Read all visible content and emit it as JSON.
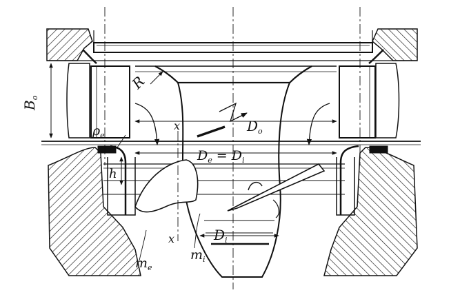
{
  "drawing": {
    "labels": {
      "B0": "B",
      "B0_sub": "o",
      "R": "R",
      "rho_e": "ρ",
      "rho_e_sub": "e",
      "D0": "D",
      "D0_sub": "o",
      "De_eq_Di": "D",
      "De_eq_Di_sub1": "e",
      "De_eq_Di_mid": " = D",
      "De_eq_Di_sub2": "i",
      "h": "h",
      "x_top": "x",
      "x_bottom": "x",
      "Di": "D",
      "Di_sub": "i",
      "me": "m",
      "me_sub": "e",
      "mi": "m",
      "mi_sub": "i"
    },
    "colors": {
      "ink": "#111111",
      "paper": "#ffffff"
    }
  }
}
